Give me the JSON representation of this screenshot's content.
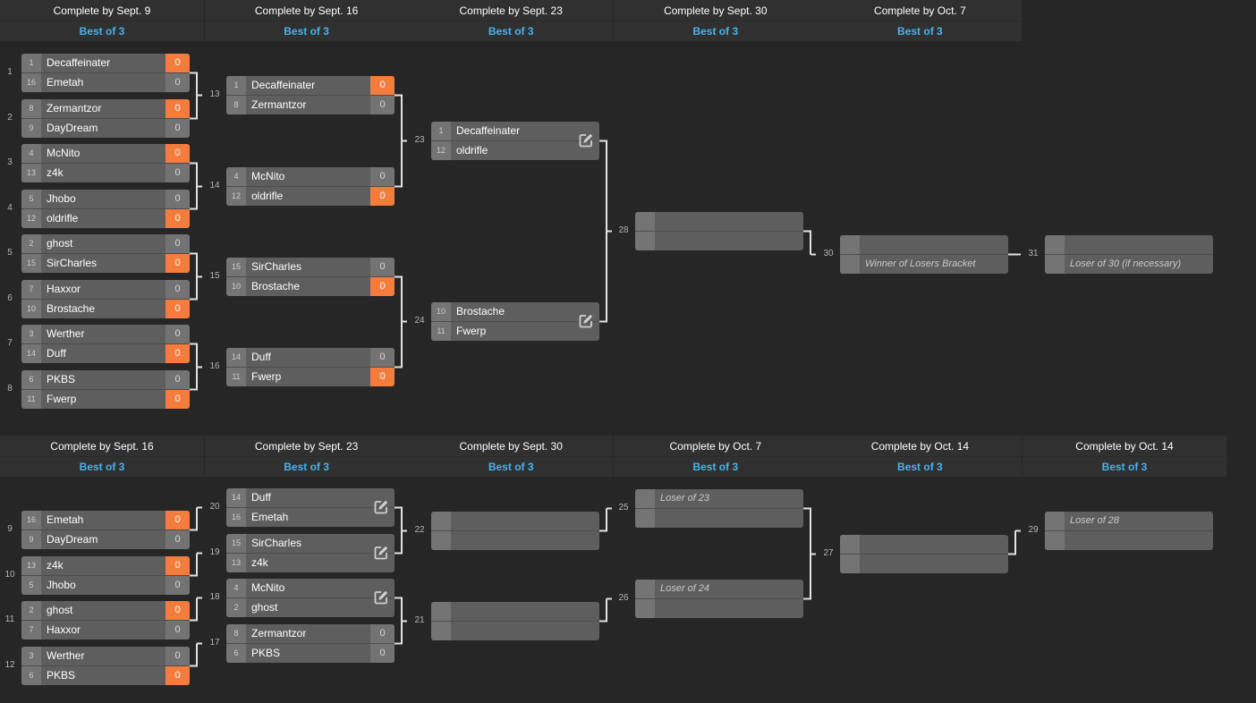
{
  "winners": {
    "headers": [
      {
        "title": "Complete by Sept. 9",
        "sub": "Best of 3"
      },
      {
        "title": "Complete by Sept. 16",
        "sub": "Best of 3"
      },
      {
        "title": "Complete by Sept. 23",
        "sub": "Best of 3"
      },
      {
        "title": "Complete by Sept. 30",
        "sub": "Best of 3"
      },
      {
        "title": "Complete by Oct. 7",
        "sub": "Best of 3"
      }
    ]
  },
  "losers": {
    "headers": [
      {
        "title": "Complete by Sept. 16",
        "sub": "Best of 3"
      },
      {
        "title": "Complete by Sept. 23",
        "sub": "Best of 3"
      },
      {
        "title": "Complete by Sept. 30",
        "sub": "Best of 3"
      },
      {
        "title": "Complete by Oct. 7",
        "sub": "Best of 3"
      },
      {
        "title": "Complete by Oct. 14",
        "sub": "Best of 3"
      },
      {
        "title": "Complete by Oct. 14",
        "sub": "Best of 3"
      }
    ]
  },
  "colors": {
    "win_score": "#f47c3c",
    "subtitle": "#45b4ee"
  },
  "matches": [
    {
      "id": "1",
      "p": [
        {
          "seed": "1",
          "name": "Decaffeinater",
          "score": "0",
          "win": true
        },
        {
          "seed": "16",
          "name": "Emetah",
          "score": "0"
        }
      ]
    },
    {
      "id": "2",
      "p": [
        {
          "seed": "8",
          "name": "Zermantzor",
          "score": "0",
          "win": true
        },
        {
          "seed": "9",
          "name": "DayDream",
          "score": "0"
        }
      ]
    },
    {
      "id": "3",
      "p": [
        {
          "seed": "4",
          "name": "McNito",
          "score": "0",
          "win": true
        },
        {
          "seed": "13",
          "name": "z4k",
          "score": "0"
        }
      ]
    },
    {
      "id": "4",
      "p": [
        {
          "seed": "5",
          "name": "Jhobo",
          "score": "0"
        },
        {
          "seed": "12",
          "name": "oldrifle",
          "score": "0",
          "win": true
        }
      ]
    },
    {
      "id": "5",
      "p": [
        {
          "seed": "2",
          "name": "ghost",
          "score": "0"
        },
        {
          "seed": "15",
          "name": "SirCharles",
          "score": "0",
          "win": true
        }
      ]
    },
    {
      "id": "6",
      "p": [
        {
          "seed": "7",
          "name": "Haxxor",
          "score": "0"
        },
        {
          "seed": "10",
          "name": "Brostache",
          "score": "0",
          "win": true
        }
      ]
    },
    {
      "id": "7",
      "p": [
        {
          "seed": "3",
          "name": "Werther",
          "score": "0"
        },
        {
          "seed": "14",
          "name": "Duff",
          "score": "0",
          "win": true
        }
      ]
    },
    {
      "id": "8",
      "p": [
        {
          "seed": "6",
          "name": "PKBS",
          "score": "0"
        },
        {
          "seed": "11",
          "name": "Fwerp",
          "score": "0",
          "win": true
        }
      ]
    },
    {
      "id": "13",
      "p": [
        {
          "seed": "1",
          "name": "Decaffeinater",
          "score": "0",
          "win": true
        },
        {
          "seed": "8",
          "name": "Zermantzor",
          "score": "0"
        }
      ]
    },
    {
      "id": "14",
      "p": [
        {
          "seed": "4",
          "name": "McNito",
          "score": "0"
        },
        {
          "seed": "12",
          "name": "oldrifle",
          "score": "0",
          "win": true
        }
      ]
    },
    {
      "id": "15",
      "p": [
        {
          "seed": "15",
          "name": "SirCharles",
          "score": "0"
        },
        {
          "seed": "10",
          "name": "Brostache",
          "score": "0",
          "win": true
        }
      ]
    },
    {
      "id": "16",
      "p": [
        {
          "seed": "14",
          "name": "Duff",
          "score": "0"
        },
        {
          "seed": "11",
          "name": "Fwerp",
          "score": "0",
          "win": true
        }
      ]
    },
    {
      "id": "23",
      "edit": true,
      "p": [
        {
          "seed": "1",
          "name": "Decaffeinater"
        },
        {
          "seed": "12",
          "name": "oldrifle"
        }
      ]
    },
    {
      "id": "24",
      "edit": true,
      "p": [
        {
          "seed": "10",
          "name": "Brostache"
        },
        {
          "seed": "11",
          "name": "Fwerp"
        }
      ]
    },
    {
      "id": "28",
      "p": [
        {},
        {}
      ]
    },
    {
      "id": "30",
      "p": [
        {},
        {
          "name": "Winner of Losers Bracket",
          "ph": true
        }
      ]
    },
    {
      "id": "31",
      "p": [
        {},
        {
          "name": "Loser of 30 (if necessary)",
          "ph": true
        }
      ]
    },
    {
      "id": "9",
      "p": [
        {
          "seed": "16",
          "name": "Emetah",
          "score": "0",
          "win": true
        },
        {
          "seed": "9",
          "name": "DayDream",
          "score": "0"
        }
      ]
    },
    {
      "id": "10",
      "p": [
        {
          "seed": "13",
          "name": "z4k",
          "score": "0",
          "win": true
        },
        {
          "seed": "5",
          "name": "Jhobo",
          "score": "0"
        }
      ]
    },
    {
      "id": "11",
      "p": [
        {
          "seed": "2",
          "name": "ghost",
          "score": "0",
          "win": true
        },
        {
          "seed": "7",
          "name": "Haxxor",
          "score": "0"
        }
      ]
    },
    {
      "id": "12",
      "p": [
        {
          "seed": "3",
          "name": "Werther",
          "score": "0"
        },
        {
          "seed": "6",
          "name": "PKBS",
          "score": "0",
          "win": true
        }
      ]
    },
    {
      "id": "20",
      "edit": true,
      "p": [
        {
          "seed": "14",
          "name": "Duff"
        },
        {
          "seed": "16",
          "name": "Emetah"
        }
      ]
    },
    {
      "id": "19",
      "edit": true,
      "p": [
        {
          "seed": "15",
          "name": "SirCharles"
        },
        {
          "seed": "13",
          "name": "z4k"
        }
      ]
    },
    {
      "id": "18",
      "edit": true,
      "p": [
        {
          "seed": "4",
          "name": "McNito"
        },
        {
          "seed": "2",
          "name": "ghost"
        }
      ]
    },
    {
      "id": "17",
      "p": [
        {
          "seed": "8",
          "name": "Zermantzor",
          "score": "0"
        },
        {
          "seed": "6",
          "name": "PKBS",
          "score": "0"
        }
      ]
    },
    {
      "id": "22",
      "p": [
        {},
        {}
      ]
    },
    {
      "id": "21",
      "p": [
        {},
        {}
      ]
    },
    {
      "id": "25",
      "p": [
        {
          "name": "Loser of 23",
          "ph": true
        },
        {}
      ]
    },
    {
      "id": "26",
      "p": [
        {
          "name": "Loser of 24",
          "ph": true
        },
        {}
      ]
    },
    {
      "id": "27",
      "p": [
        {},
        {}
      ]
    },
    {
      "id": "29",
      "p": [
        {
          "name": "Loser of 28",
          "ph": true
        },
        {}
      ]
    }
  ]
}
